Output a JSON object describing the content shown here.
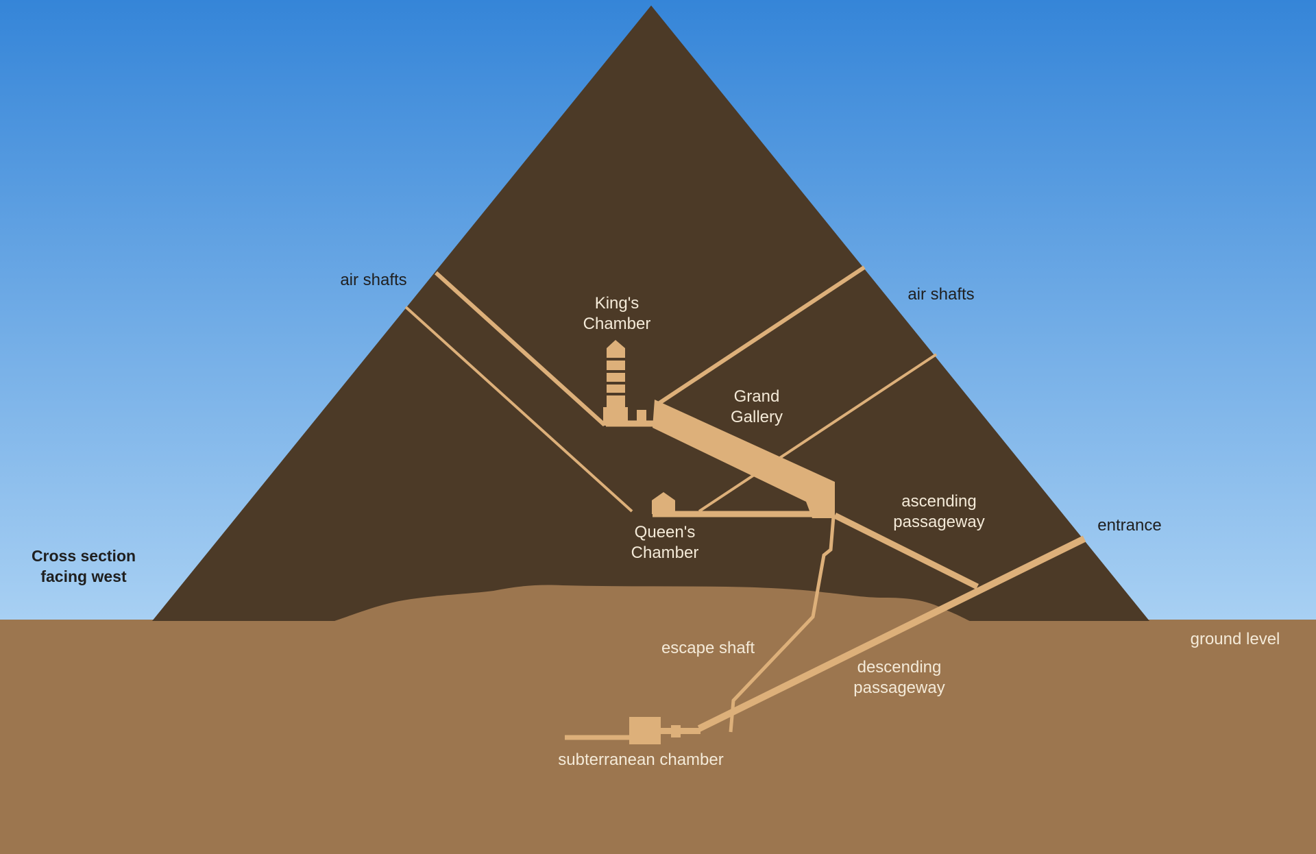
{
  "colors": {
    "sky_top": "#3585d8",
    "sky_bottom": "#a8d0f3",
    "pyramid": "#4c3a27",
    "ground": "#9c764f",
    "bedrock": "#9c764f",
    "passage": "#ddb07a",
    "label_dark": "#1f1f1f",
    "label_light": "#f4ead8"
  },
  "labels": {
    "air_shafts_left": "air shafts",
    "air_shafts_right": "air shafts",
    "kings_chamber": "King's\nChamber",
    "grand_gallery": "Grand\nGallery",
    "queens_chamber": "Queen's\nChamber",
    "ascending_passageway": "ascending\npassageway",
    "entrance": "entrance",
    "cross_section": "Cross section\nfacing west",
    "ground_level": "ground level",
    "escape_shaft": "escape shaft",
    "descending_passageway": "descending\npassageway",
    "subterranean_chamber": "subterranean chamber"
  }
}
